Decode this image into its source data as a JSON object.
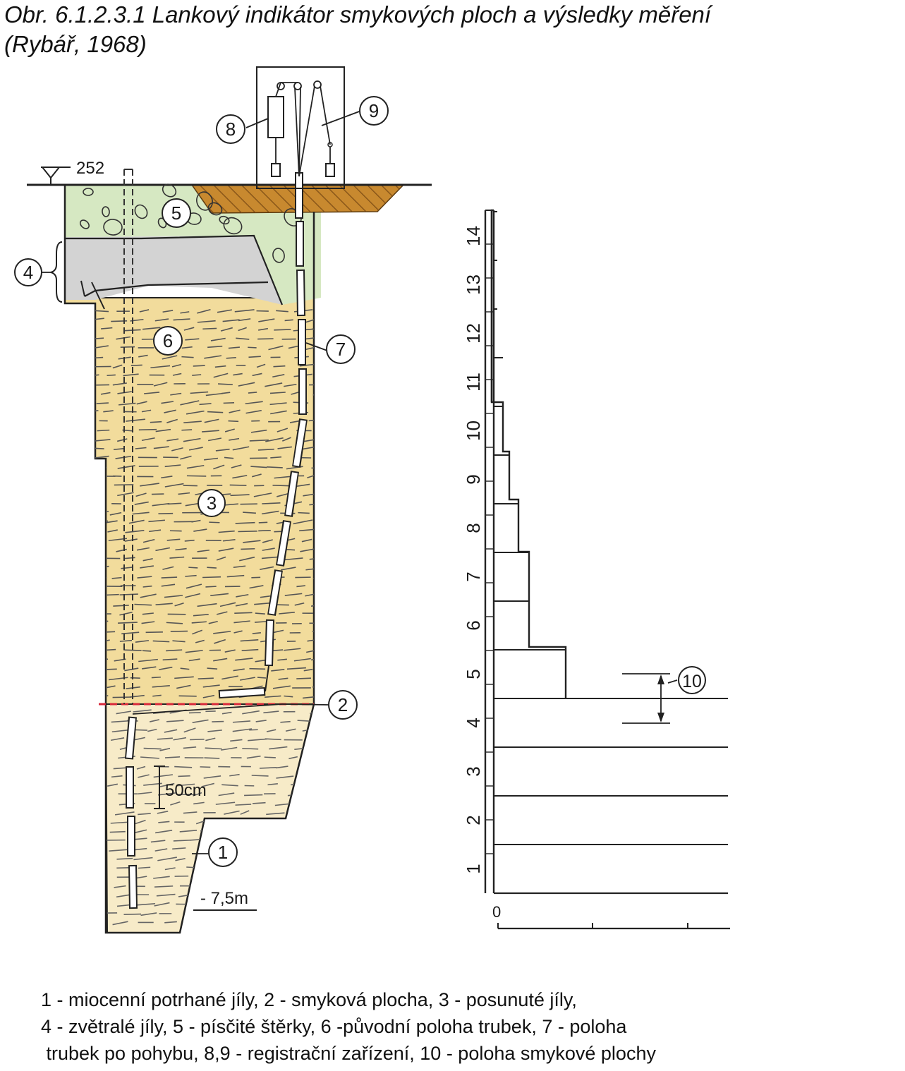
{
  "caption": {
    "line1": "Obr. 6.1.2.3.1  Lankový indikátor smykových ploch a výsledky měření",
    "line2": "(Rybář, 1968)"
  },
  "profile": {
    "elevation": "252",
    "spacing": "50cm",
    "depth": "- 7,5m",
    "labels": [
      "1",
      "2",
      "3",
      "4",
      "5",
      "6",
      "7",
      "8",
      "9"
    ]
  },
  "graph": {
    "y_ticks": [
      "1",
      "2",
      "3",
      "4",
      "5",
      "6",
      "7",
      "8",
      "9",
      "10",
      "11",
      "12",
      "13",
      "14"
    ],
    "x_origin": "0",
    "marker_label": "10"
  },
  "legend": {
    "line1": "1 - miocenní potrhané jíly, 2 - smyková plocha, 3 - posunuté jíly,",
    "line2": "4 - zvětralé jíly, 5 - písčité štěrky, 6 -původní poloha trubek, 7 - poloha",
    "line3": " trubek po pohybu, 8,9 - registrační zařízení, 10 - poloha smykové plochy"
  },
  "colors": {
    "gravel": "#d6e8c2",
    "weathered_clay": "#d3d3d3",
    "displaced_clay": "#f2dc9c",
    "miocene_clay": "#f7ebc8",
    "excavation": "#c8892f",
    "shear_plane": "#d8283a"
  }
}
